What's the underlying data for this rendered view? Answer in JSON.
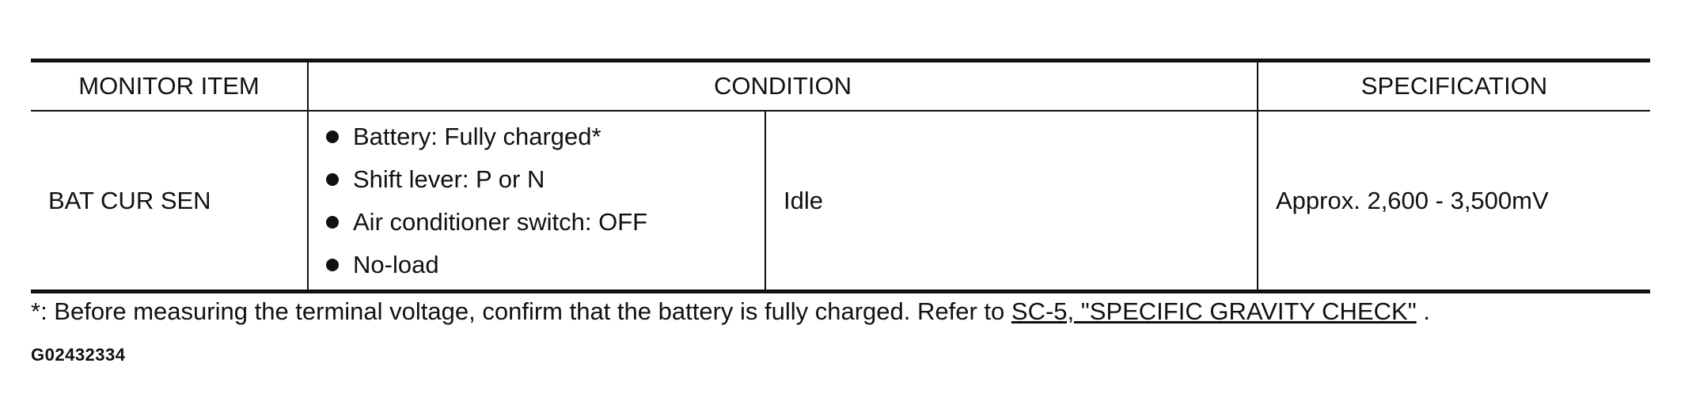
{
  "table": {
    "headers": {
      "monitor_item": "MONITOR ITEM",
      "condition": "CONDITION",
      "specification": "SPECIFICATION"
    },
    "rows": [
      {
        "monitor_item": "BAT CUR SEN",
        "conditions": [
          "Battery: Fully charged*",
          "Shift lever: P or N",
          "Air conditioner switch: OFF",
          "No-load"
        ],
        "state": "Idle",
        "specification": "Approx. 2,600 - 3,500mV"
      }
    ]
  },
  "footnote": {
    "prefix": "*: Before measuring the terminal voltage, confirm that the battery is fully charged. Refer to",
    "link": "SC-5, \"SPECIFIC GRAVITY CHECK\"",
    "suffix": "."
  },
  "figure_id": "G02432334"
}
